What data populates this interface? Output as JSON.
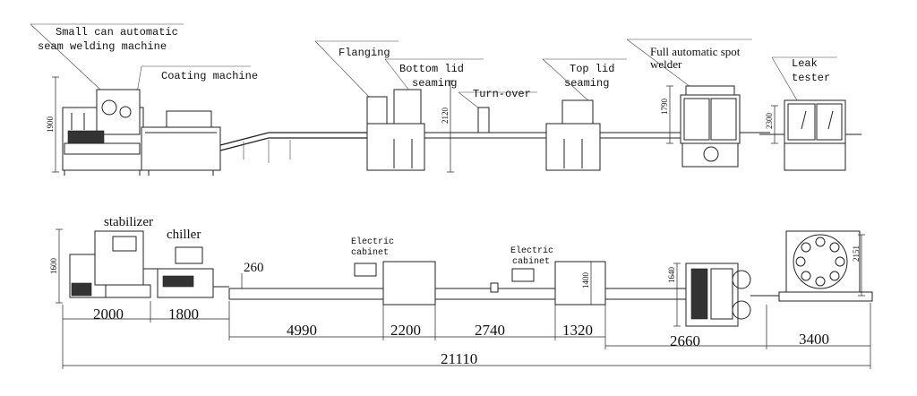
{
  "top_view_labels": {
    "seam_welder_line1": "Small can automatic",
    "seam_welder_line2": "seam welding machine",
    "coating": "Coating machine",
    "flanging": "Flanging",
    "bottom_lid_line1": "Bottom lid",
    "bottom_lid_line2": "seaming",
    "turnover": "Turn-over",
    "top_lid_line1": "Top lid",
    "top_lid_line2": "seaming",
    "spot_welder_line1": "Full automatic spot",
    "spot_welder_line2": "welder",
    "leak_line1": "Leak",
    "leak_line2": "tester"
  },
  "top_view_dims": {
    "h1900": "1900",
    "h2120": "2120",
    "h1790": "1790",
    "h2300": "2300"
  },
  "plan_view_labels": {
    "stabilizer": "stabilizer",
    "chiller": "chiller",
    "cabinet1_line1": "Electric",
    "cabinet1_line2": "cabinet",
    "cabinet2_line1": "Electric",
    "cabinet2_line2": "cabinet"
  },
  "plan_view_dims": {
    "h1600": "1600",
    "w260": "260",
    "h1400": "1400",
    "h1640": "1640",
    "h2151": "2151",
    "seg1": "2000",
    "seg2": "1800",
    "seg3": "4990",
    "seg4": "2200",
    "seg5": "2740",
    "seg6": "1320",
    "seg7": "2660",
    "seg8": "3400",
    "total": "21110"
  }
}
